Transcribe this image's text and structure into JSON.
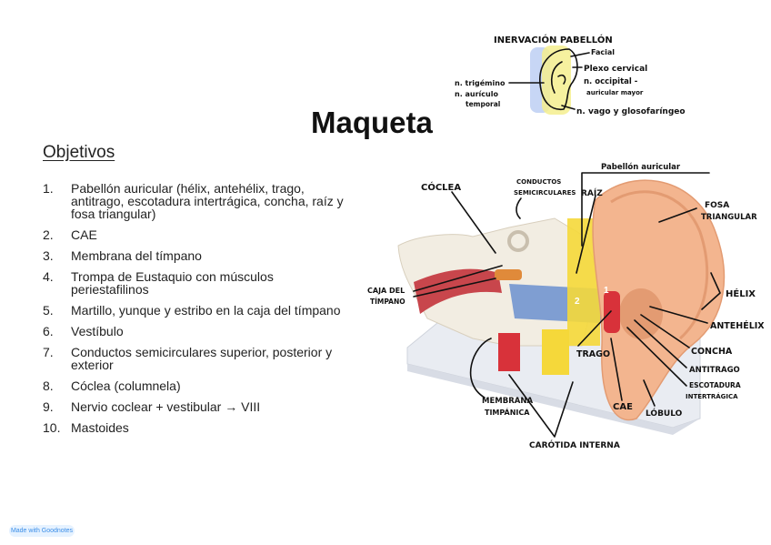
{
  "title": "Maqueta",
  "objectives": {
    "heading": "Objetivos",
    "items": [
      {
        "num": "1.",
        "text": "Pabellón auricular (hélix, antehélix, trago, antitrago, escotadura intertrágica, concha, raíz y fosa triangular)"
      },
      {
        "num": "2.",
        "text": "CAE"
      },
      {
        "num": "3.",
        "text": "Membrana del tímpano"
      },
      {
        "num": "4.",
        "text": "Trompa de Eustaquio con músculos periestafilinos"
      },
      {
        "num": "5.",
        "text": "Martillo, yunque y estribo en la caja del tímpano"
      },
      {
        "num": "6.",
        "text": "Vestíbulo"
      },
      {
        "num": "7.",
        "text": "Conductos semicirculares superior, posterior y exterior"
      },
      {
        "num": "8.",
        "text": "Cóclea (columnela)"
      },
      {
        "num": "9.",
        "text": "Nervio coclear + vestibular → VIII"
      },
      {
        "num": "10.",
        "text": "Mastoides"
      }
    ]
  },
  "sketch": {
    "heading": "INERVACIÓN PABELLÓN",
    "facial": "Facial",
    "plexo": "Plexo cervical",
    "occipital": "n. occipital -",
    "auricular_mayor": "auricular mayor",
    "trigemino": "n. trigémino",
    "auriculo": "n. aurículo",
    "temporal": "temporal",
    "vago": "n. vago y glosofaríngeo"
  },
  "labels": {
    "coclea": "CÓCLEA",
    "conductos_1": "CONDUCTOS",
    "conductos_2": "SEMICIRCULARES",
    "raiz": "RAÍZ",
    "pabellon": "Pabellón auricular",
    "fosa_1": "FOSA",
    "fosa_2": "TRIANGULAR",
    "caja_1": "CAJA DEL",
    "caja_2": "TÍMPANO",
    "helix": "HÉLIX",
    "antehelix": "ANTEHÉLIX",
    "concha": "CONCHA",
    "antitrago": "ANTITRAGO",
    "escotadura_1": "ESCOTADURA",
    "escotadura_2": "INTERTRÁGICA",
    "trago": "TRAGO",
    "membrana_1": "MEMBRANA",
    "membrana_2": "TIMPÁNICA",
    "cae": "CAE",
    "lobulo": "LÓBULO",
    "carotida": "CARÓTIDA INTERNA"
  },
  "model_marks": {
    "m1": "1",
    "m2": "2"
  },
  "badge": "Made with Goodnotes",
  "colors": {
    "skin": "#f3b58f",
    "skin_dark": "#e39b72",
    "yellow": "#f5d83a",
    "red": "#d8323a",
    "blue_canal": "#7f9ed2",
    "bone": "#f2ede2",
    "base": "#e9ecf2",
    "badge": "#3b8ee8"
  }
}
